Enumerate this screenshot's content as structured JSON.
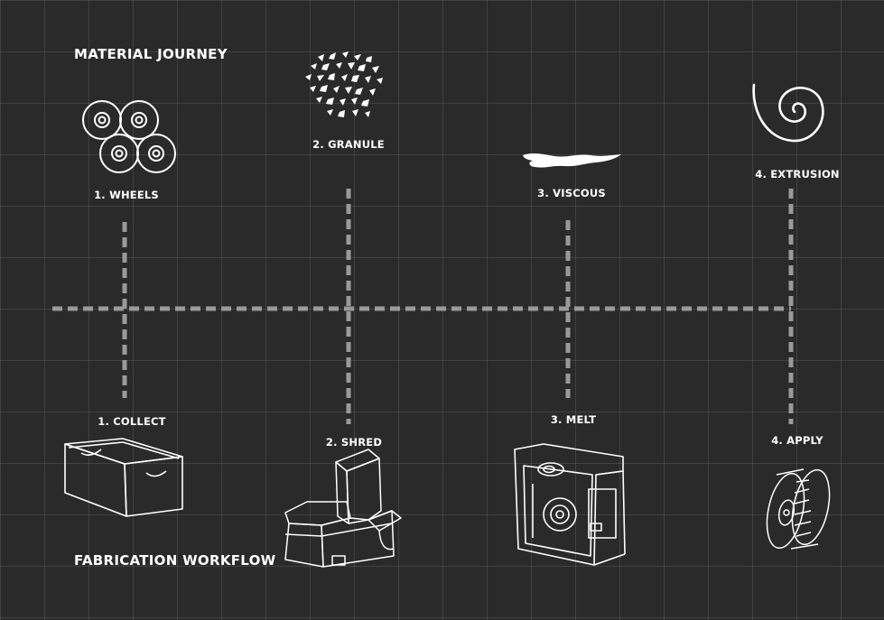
{
  "titles": {
    "top": "MATERIAL JOURNEY",
    "bottom": "FABRICATION WORKFLOW"
  },
  "material_stages": [
    {
      "label": "1. WHEELS",
      "icon": "wheels-icon"
    },
    {
      "label": "2. GRANULE",
      "icon": "granule-icon"
    },
    {
      "label": "3. VISCOUS",
      "icon": "viscous-icon"
    },
    {
      "label": "4. EXTRUSION",
      "icon": "extrusion-spiral-icon"
    }
  ],
  "workflow_steps": [
    {
      "label": "1. COLLECT",
      "icon": "collection-bin-icon"
    },
    {
      "label": "2. SHRED",
      "icon": "shredder-machine-icon"
    },
    {
      "label": "3. MELT",
      "icon": "melting-machine-icon"
    },
    {
      "label": "4. APPLY",
      "icon": "filament-spool-icon"
    }
  ],
  "colors": {
    "background": "#2a2a2a",
    "grid": "#484848",
    "connector": "#9a9a9a",
    "line_art": "#ffffff"
  }
}
